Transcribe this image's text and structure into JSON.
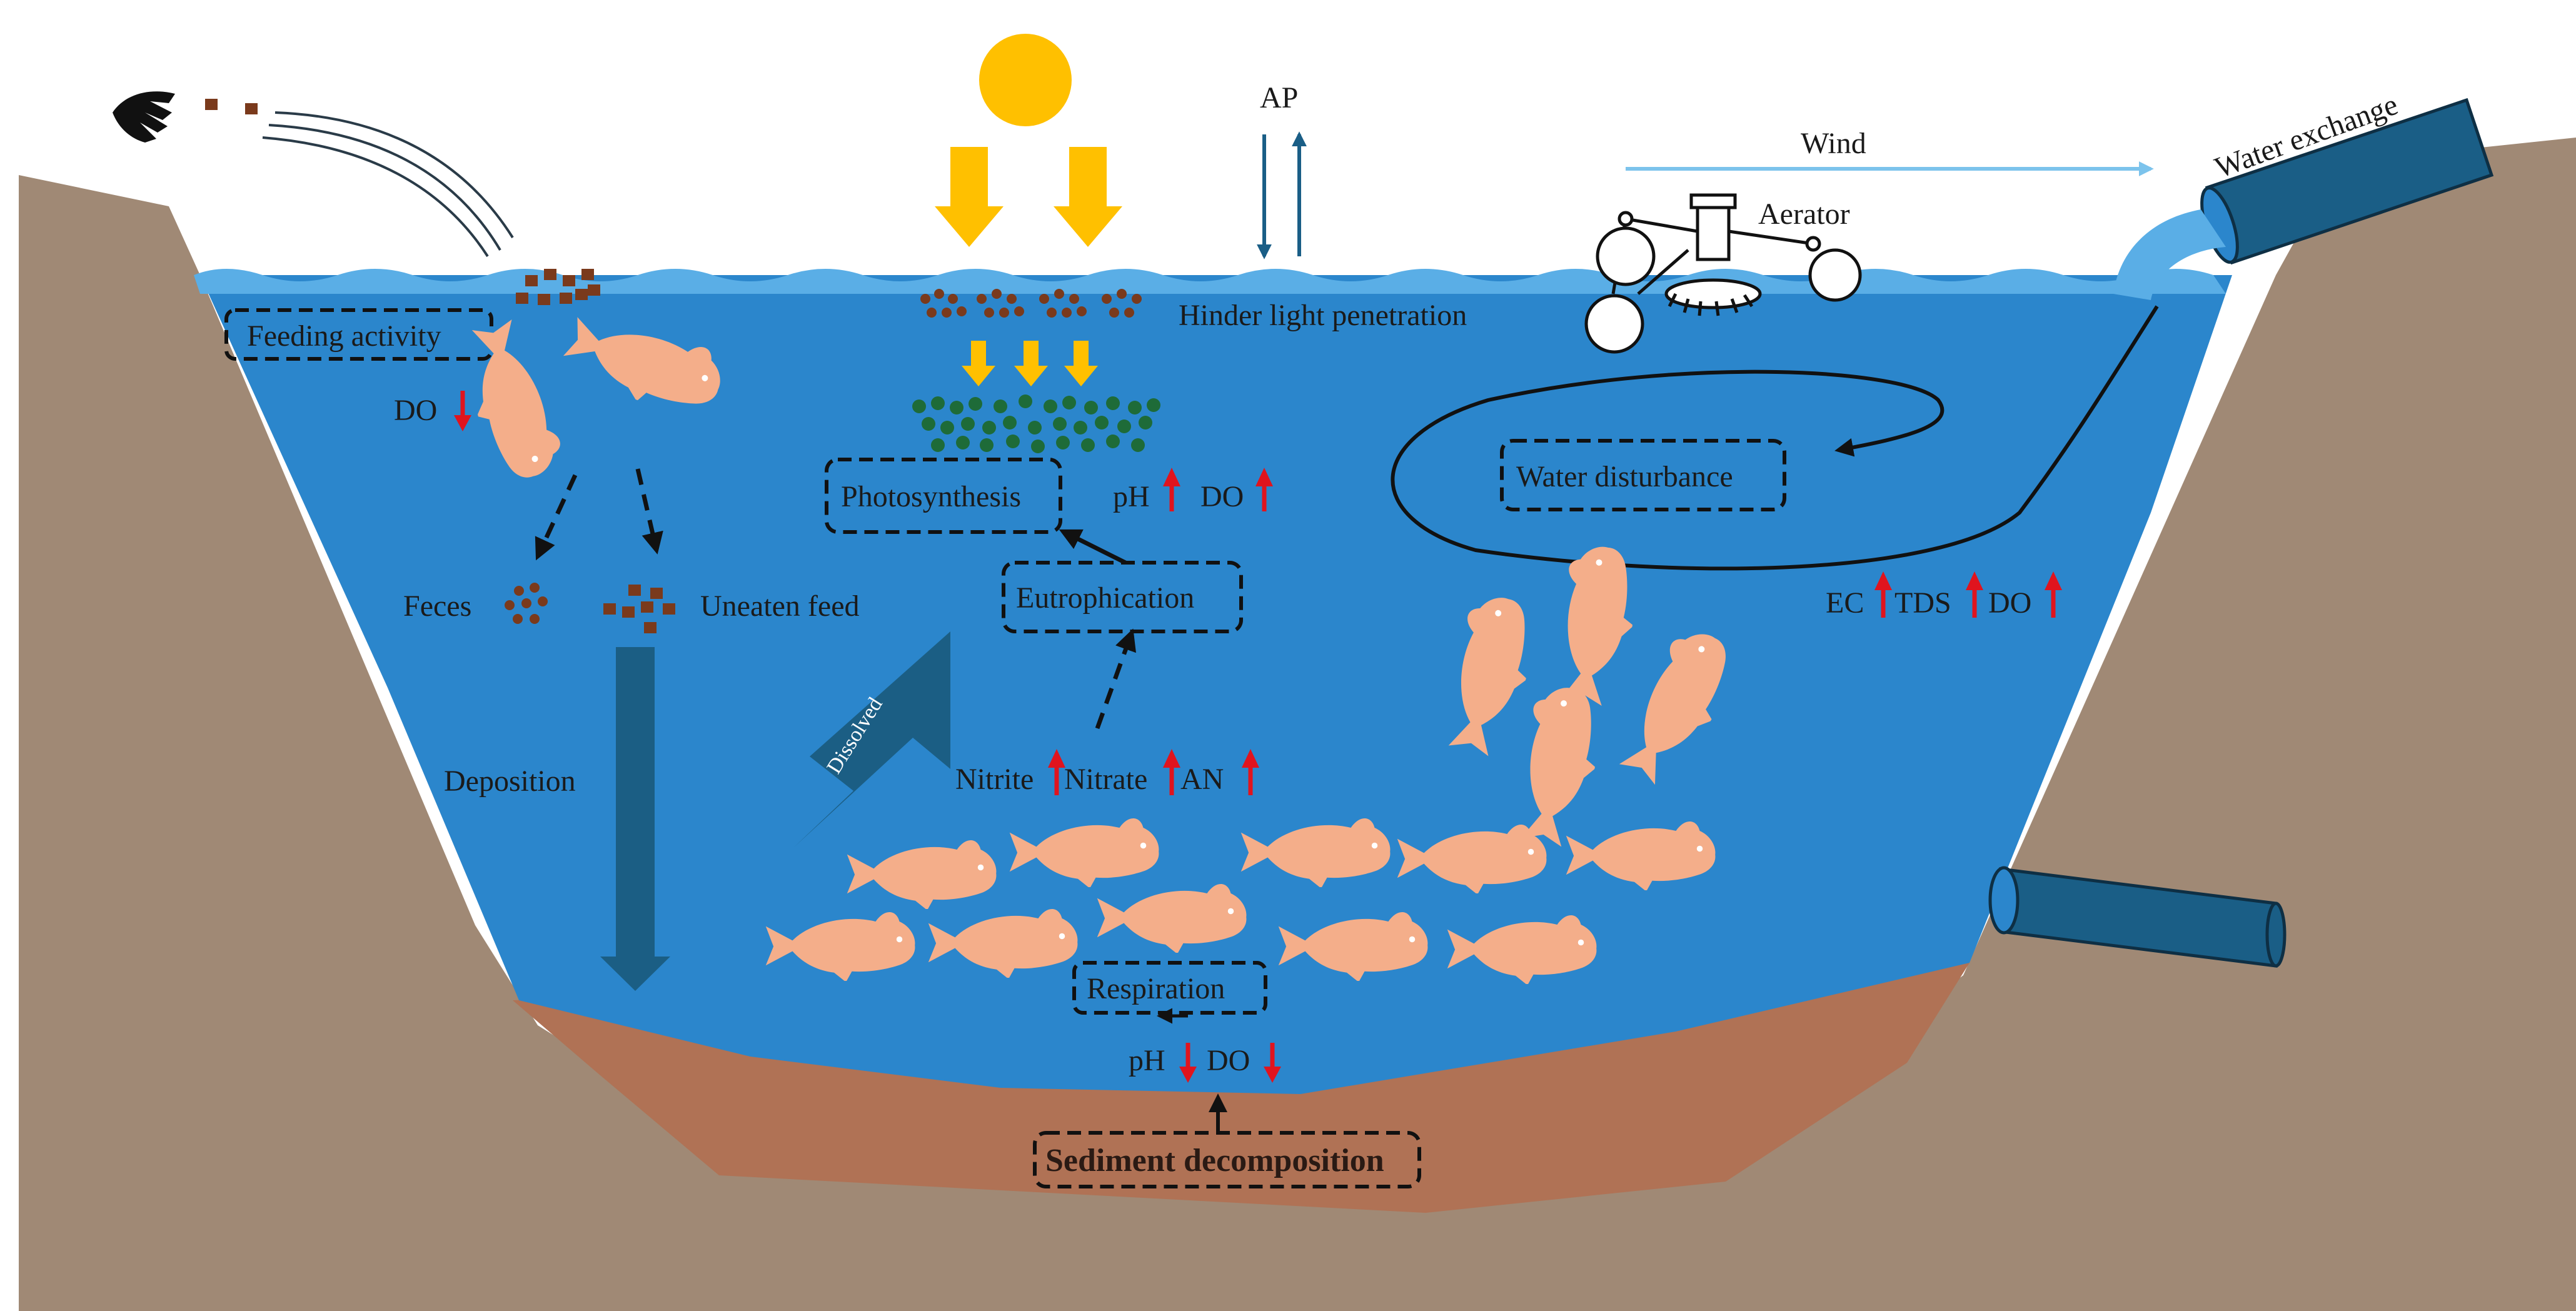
{
  "colors": {
    "water": "#2B86CC",
    "water_surface": "#5AAEE6",
    "soil": "#A08975",
    "sediment": "#B07255",
    "sun": "#FFC000",
    "pipe": "#1A5E86",
    "fish": "#F4AE8A",
    "feed": "#7A3A1C",
    "algae": "#1E6B38",
    "up_arrow": "#E0141E",
    "down_arrow": "#E0141E",
    "wind_arrow": "#7CC3EC",
    "deposition_arrow": "#1B5E84"
  },
  "icons": {
    "hand": "hand-icon",
    "sun": "sun-icon",
    "aerator": "aerator-icon",
    "fish": "fish-icon",
    "inlet_pipe": "pipe-icon",
    "outlet_pipe": "pipe-icon"
  },
  "labels": {
    "feeding_activity": "Feeding activity",
    "do_feeding": "DO",
    "feces": "Feces",
    "uneaten_feed": "Uneaten feed",
    "deposition": "Deposition",
    "dissolved": "Dissolved",
    "ap": "AP",
    "hinder_light": "Hinder light penetration",
    "photosynthesis": "Photosynthesis",
    "ph_photo": "pH",
    "do_photo": "DO",
    "eutrophication": "Eutrophication",
    "nitrite": "Nitrite",
    "nitrate": "Nitrate",
    "an": "AN",
    "wind": "Wind",
    "aerator": "Aerator",
    "water_exchange": "Water exchange",
    "water_disturbance": "Water disturbance",
    "ec": "EC",
    "tds": "TDS",
    "do_water": "DO",
    "respiration": "Respiration",
    "ph_resp": "pH",
    "do_resp": "DO",
    "sediment_decomposition": "Sediment decomposition"
  }
}
